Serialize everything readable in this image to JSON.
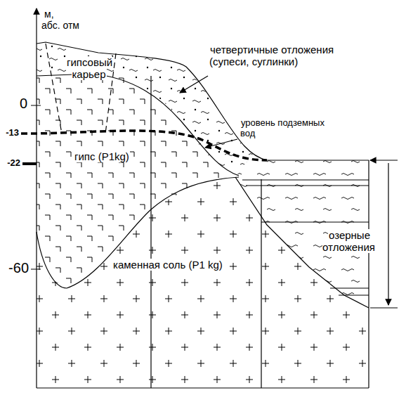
{
  "diagram": {
    "labels": [
      "м,",
      "абс. отм",
      "0",
      "-13",
      "-22",
      "-60",
      "гипсовый карьер",
      "четвертичные отложения (супеси, суглинки)",
      "уровень подземных вод",
      "гипс (P1kg)",
      "каменная соль (P1 kg)",
      "озерные отложения"
    ]
  }
}
